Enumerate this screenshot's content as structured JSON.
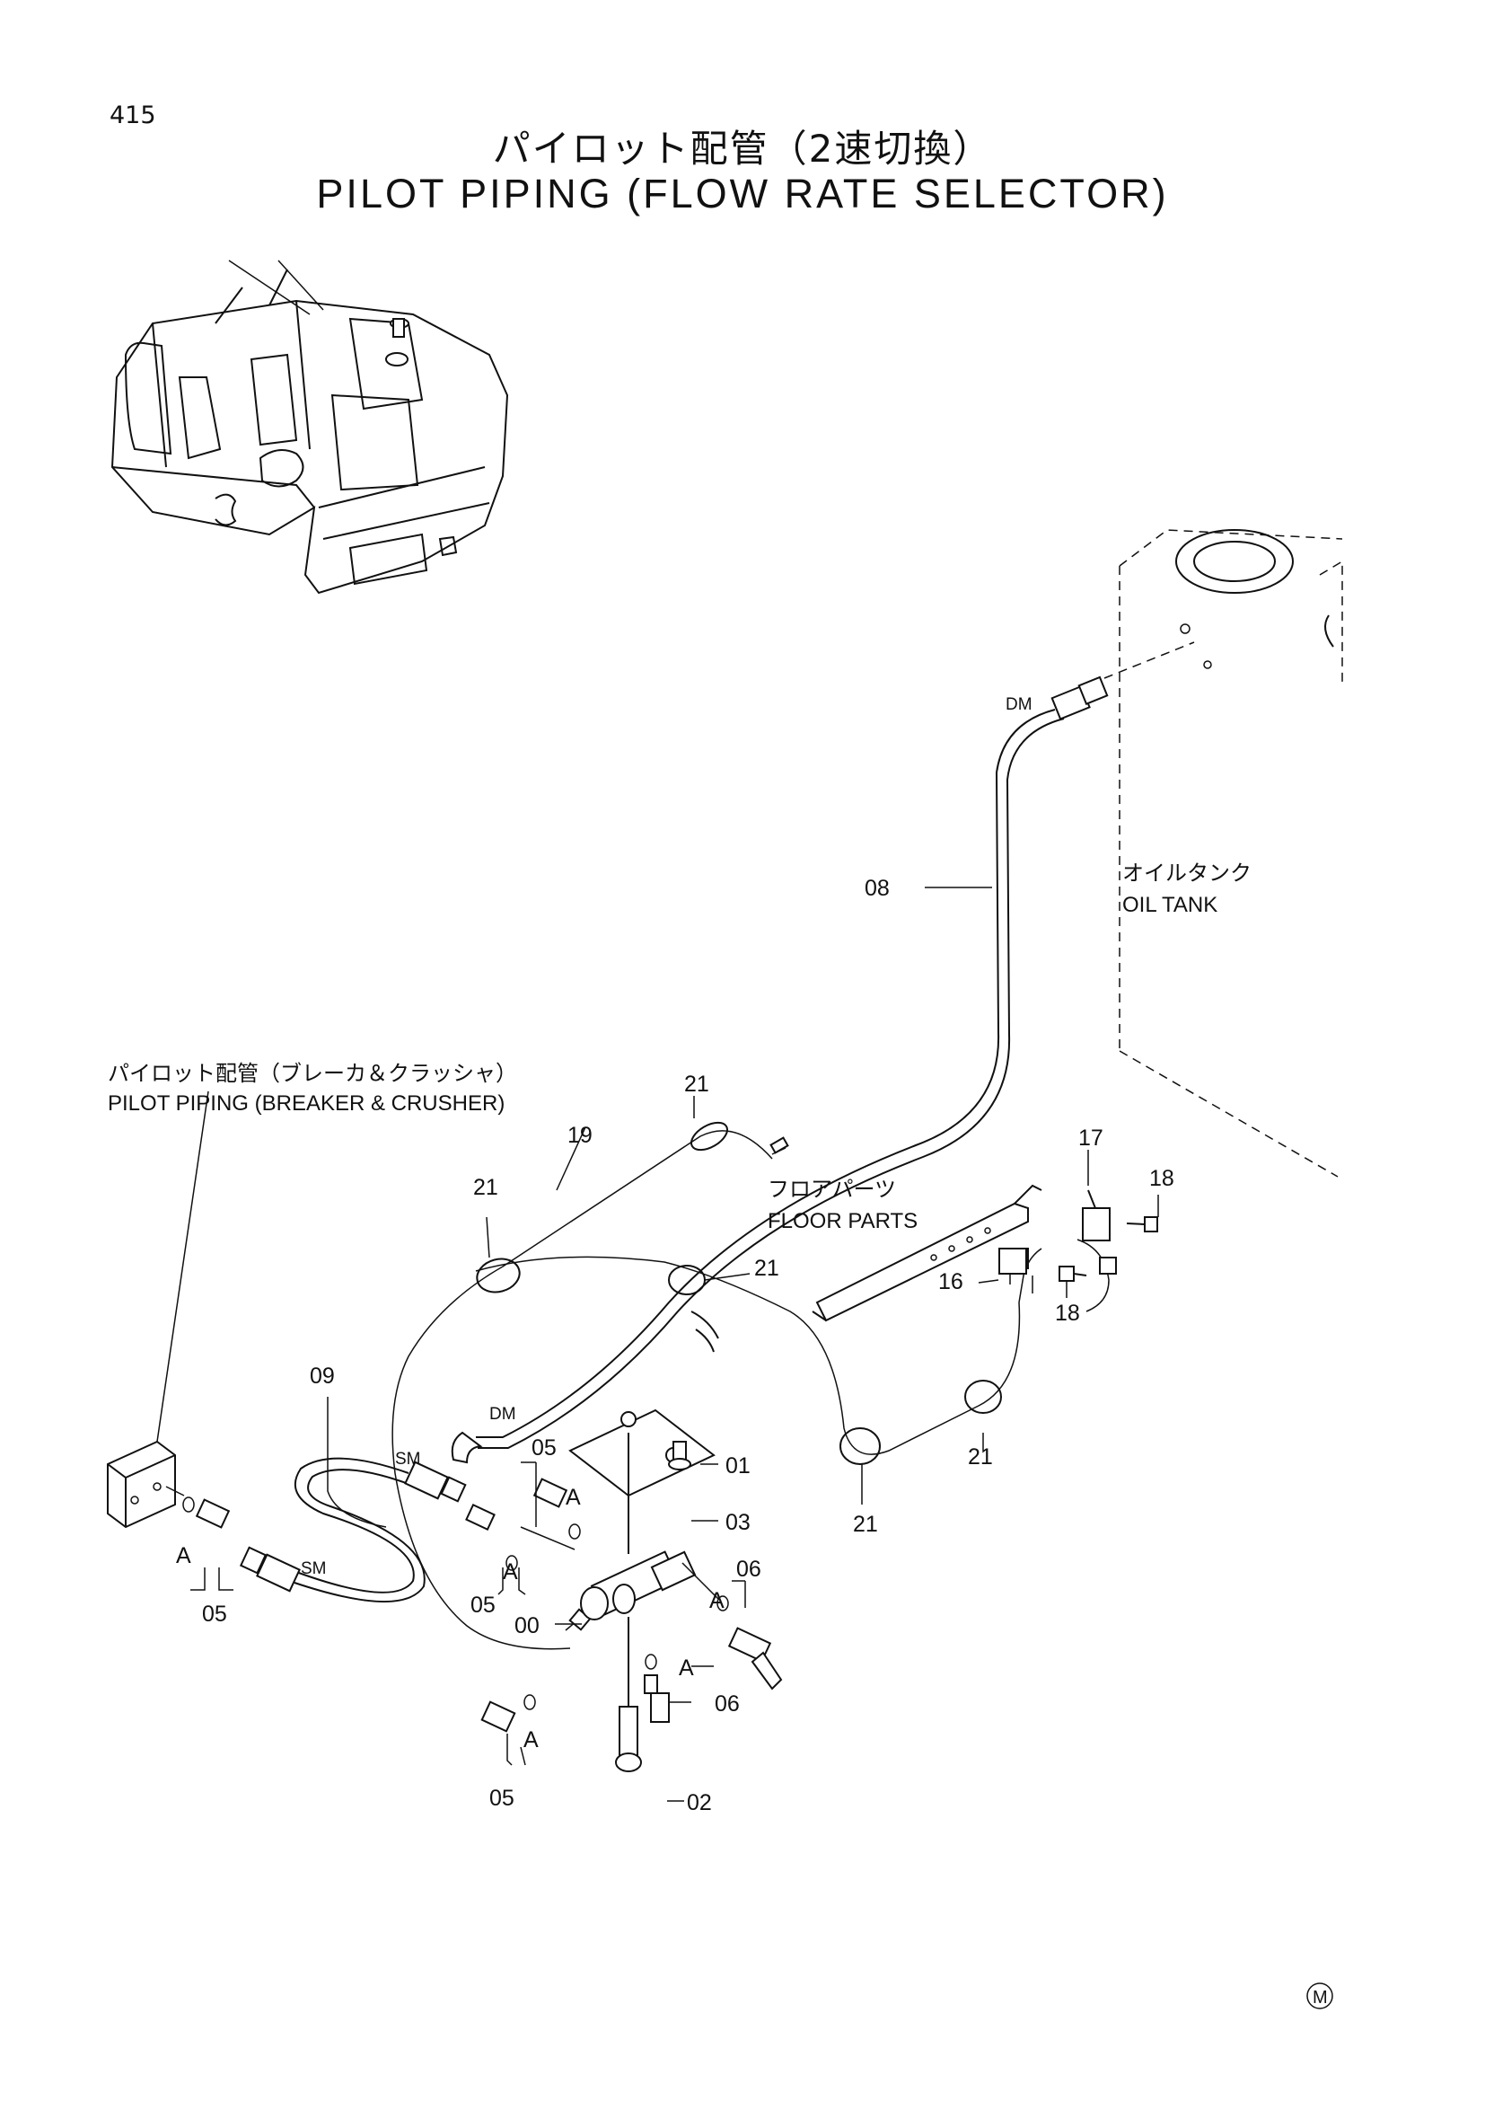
{
  "page_number": "415",
  "title_jp": "パイロット配管（2速切換）",
  "title_en": "PILOT PIPING (FLOW RATE SELECTOR)",
  "captions": {
    "oil_tank_jp": "オイルタンク",
    "oil_tank_en": "OIL TANK",
    "floor_jp": "フロアパーツ",
    "floor_en": "FLOOR PARTS",
    "breaker_jp": "パイロット配管（ブレーカ＆クラッシャ）",
    "breaker_en": "PILOT PIPING (BREAKER & CRUSHER)"
  },
  "callouts": {
    "p08": "08",
    "p19": "19",
    "p21a": "21",
    "p21b": "21",
    "p21c": "21",
    "p21d": "21",
    "p21e": "21",
    "p17": "17",
    "p18a": "18",
    "p18b": "18",
    "p16": "16",
    "p09": "09",
    "p05a": "05",
    "p05b": "05",
    "p05c": "05",
    "p05d": "05",
    "p01": "01",
    "p03": "03",
    "p00": "00",
    "p06a": "06",
    "p06b": "06",
    "p02": "02",
    "dm1": "DM",
    "dm2": "DM",
    "sm1": "SM",
    "sm2": "SM",
    "a1": "A",
    "a2": "A",
    "a3": "A",
    "a4": "A",
    "a5": "A",
    "a6": "A"
  },
  "mark": "M"
}
